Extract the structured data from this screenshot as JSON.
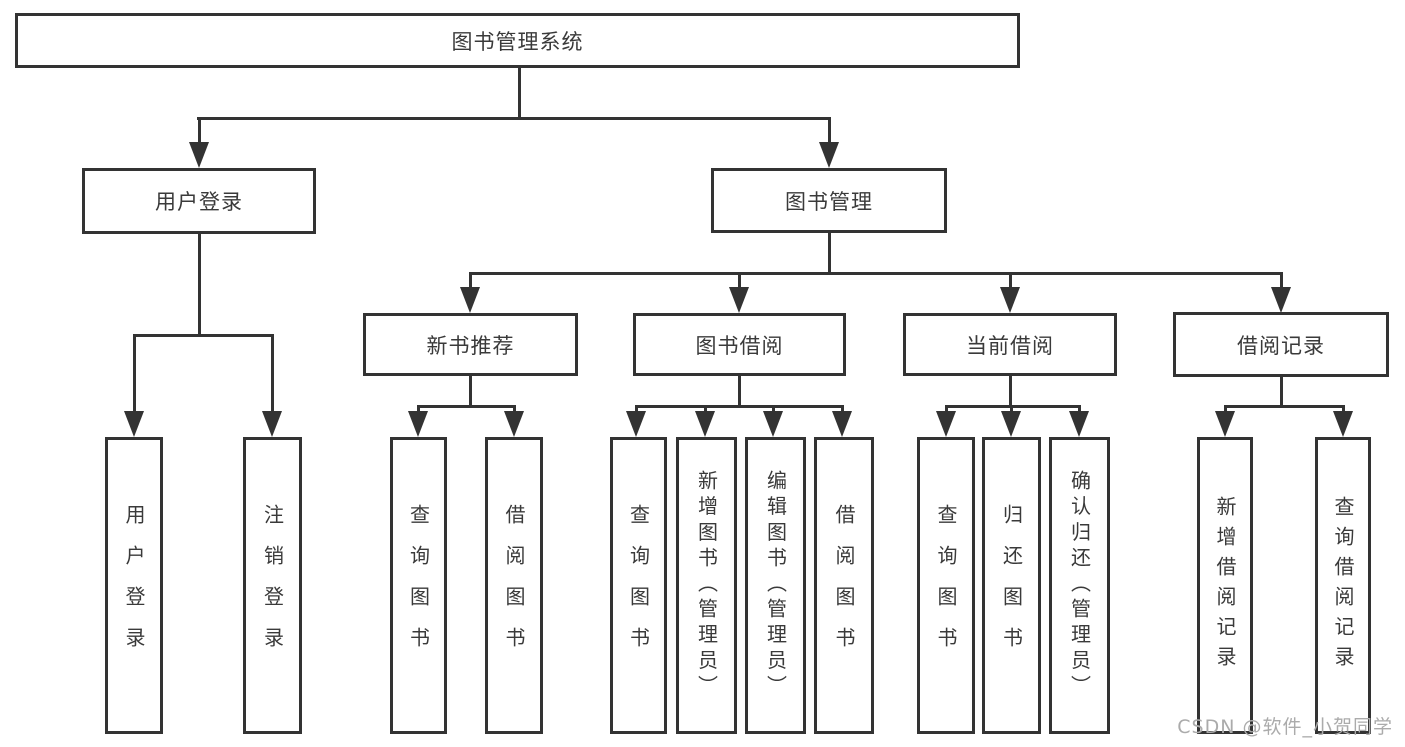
{
  "nodes": {
    "root": "图书管理系统",
    "user_login": "用户登录",
    "book_mgmt": "图书管理",
    "new_book_rec": "新书推荐",
    "book_borrow": "图书借阅",
    "current_borrow": "当前借阅",
    "borrow_records": "借阅记录",
    "leaf_user_login": "用户登录",
    "leaf_logout": "注销登录",
    "leaf_nbr_query": "查询图书",
    "leaf_nbr_borrow": "借阅图书",
    "leaf_bb_query": "查询图书",
    "leaf_bb_add": "新增图书（管理员）",
    "leaf_bb_edit": "编辑图书（管理员）",
    "leaf_bb_borrow": "借阅图书",
    "leaf_cb_query": "查询图书",
    "leaf_cb_return": "归还图书",
    "leaf_cb_confirm": "确认归还（管理员）",
    "leaf_br_add": "新增借阅记录",
    "leaf_br_query": "查询借阅记录"
  },
  "watermark": "CSDN @软件_小贺同学",
  "colors": {
    "line": "#333333",
    "text": "#3a3a3a",
    "background": "#ffffff",
    "watermark": "#ababab"
  }
}
